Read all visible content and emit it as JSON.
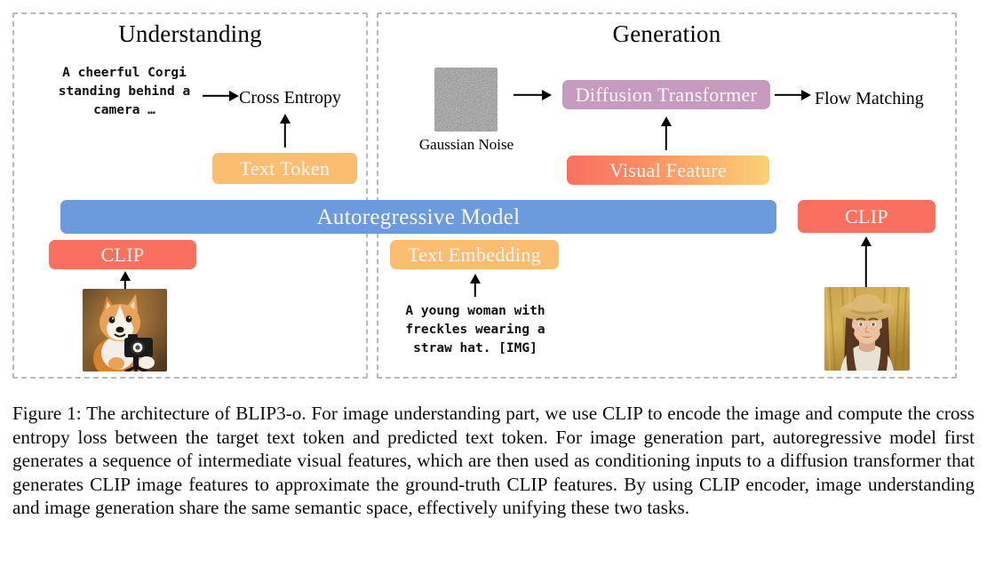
{
  "figure": {
    "panels": [
      {
        "key": "understanding",
        "title": "Understanding"
      },
      {
        "key": "generation",
        "title": "Generation"
      }
    ],
    "understanding": {
      "prompt": "A cheerful Corgi\nstanding behind a\ncamera …",
      "cross_entropy_label": "Cross Entropy",
      "text_token_box": "Text Token",
      "clip_box": "CLIP",
      "image_alt": "corgi-photo"
    },
    "shared": {
      "autoregressive_box": "Autoregressive Model"
    },
    "generation": {
      "gaussian_noise_label": "Gaussian Noise",
      "diffusion_box": "Diffusion Transformer",
      "flow_matching_label": "Flow Matching",
      "visual_feature_box": "Visual Feature",
      "text_embedding_box": "Text Embedding",
      "prompt": "A young woman with\nfreckles wearing a\nstraw hat. [IMG]",
      "clip_box": "CLIP",
      "image_alt": "woman-straw-hat-photo"
    },
    "colors": {
      "panel_border": "#b9b9b9",
      "autoregressive": "#6b9bdc",
      "clip": "#f9705f",
      "text_token": "#fbbe70",
      "text_embedding": "#fbbe70",
      "diffusion": "#c79ac0",
      "visual_feature_start": "#f9705f",
      "visual_feature_end": "#fcd077",
      "arrow": "#000000"
    }
  },
  "caption": {
    "text": "Figure 1: The architecture of BLIP3-o. For image understanding part, we use CLIP to encode the image and compute the cross entropy loss between the target text token and predicted text token. For image generation part, autoregressive model first generates a sequence of intermediate visual features, which are then used as conditioning inputs to a diffusion transformer that generates CLIP image features to approximate the ground-truth CLIP features. By using CLIP encoder, image understanding and image generation share the same semantic space, effectively unifying these two tasks."
  }
}
